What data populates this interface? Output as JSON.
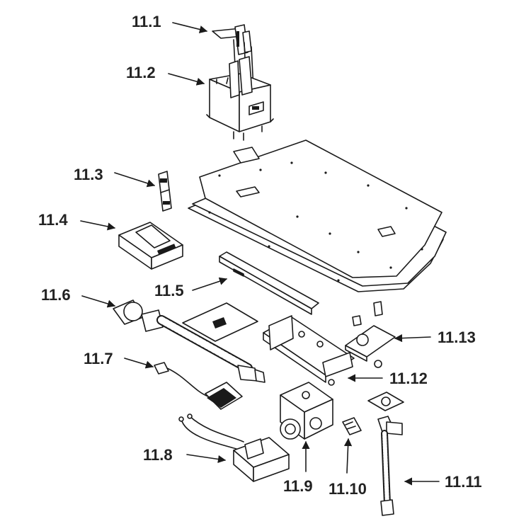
{
  "diagram": {
    "colors": {
      "line": "#1a1a1a",
      "label": "#222222",
      "background": "#ffffff"
    },
    "callouts": [
      {
        "id": "11.1",
        "label": "11.1"
      },
      {
        "id": "11.2",
        "label": "11.2"
      },
      {
        "id": "11.3",
        "label": "11.3"
      },
      {
        "id": "11.4",
        "label": "11.4"
      },
      {
        "id": "11.5",
        "label": "11.5"
      },
      {
        "id": "11.6",
        "label": "11.6"
      },
      {
        "id": "11.7",
        "label": "11.7"
      },
      {
        "id": "11.8",
        "label": "11.8"
      },
      {
        "id": "11.9",
        "label": "11.9"
      },
      {
        "id": "11.10",
        "label": "11.10"
      },
      {
        "id": "11.11",
        "label": "11.11"
      },
      {
        "id": "11.12",
        "label": "11.12"
      },
      {
        "id": "11.13",
        "label": "11.13"
      }
    ]
  }
}
